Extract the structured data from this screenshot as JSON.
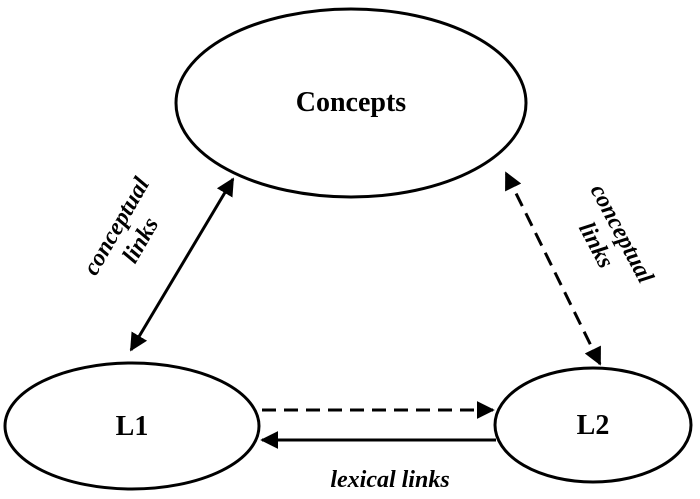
{
  "nodes": {
    "concepts": "Concepts",
    "l1": "L1",
    "l2": "L2"
  },
  "links": {
    "left_conceptual_line1": "conceptual",
    "left_conceptual_line2": "links",
    "right_conceptual_line1": "conceptual",
    "right_conceptual_line2": "links",
    "lexical": "lexical links"
  },
  "colors": {
    "stroke": "#000000",
    "background": "#ffffff"
  }
}
